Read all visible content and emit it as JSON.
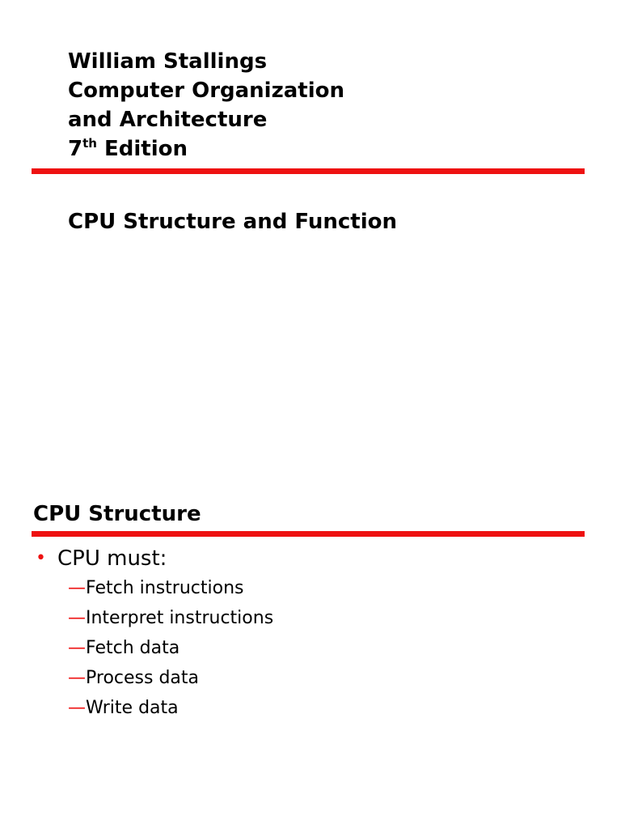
{
  "colors": {
    "accent": "#ee1111",
    "text": "#000000",
    "background": "#ffffff"
  },
  "slide1": {
    "book_title": {
      "line1": "William Stallings",
      "line2": "Computer Organization",
      "line3": "and Architecture",
      "edition_number": "7",
      "edition_suffix": "th",
      "edition_word": "Edition"
    },
    "deck_title": "CPU Structure and Function"
  },
  "slide2": {
    "heading": "CPU Structure",
    "bullet": {
      "marker": "•",
      "text": "CPU must:"
    },
    "sub_marker": "—",
    "sub_items": [
      "Fetch instructions",
      "Interpret instructions",
      "Fetch data",
      "Process data",
      "Write data"
    ]
  }
}
